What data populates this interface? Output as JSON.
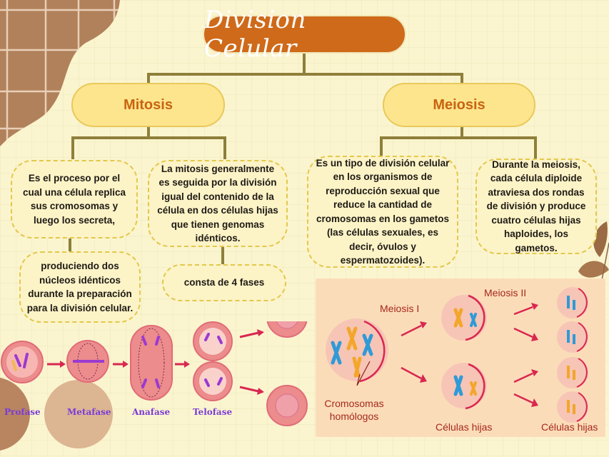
{
  "title": "Division Celular",
  "branches": {
    "mitosis": {
      "label": "Mitosis",
      "boxes": [
        "Es el proceso por el cual una célula replica sus cromosomas y luego los secreta,",
        "La mitosis generalmente es seguida por la división igual del contenido de la célula en dos células hijas que tienen genomas idénticos.",
        "produciendo dos núcleos idénticos durante la preparación para la división celular.",
        "consta de 4 fases"
      ],
      "phases": [
        "Profase",
        "Metafase",
        "Anafase",
        "Telofase"
      ]
    },
    "meiosis": {
      "label": "Meiosis",
      "boxes": [
        "Es un tipo de división celular en los organismos de reproducción sexual que reduce la cantidad de cromosomas en los gametos (las células sexuales, es decir, óvulos y espermatozoides).",
        "Durante la meiosis, cada célula diploide atraviesa dos rondas de división y produce cuatro células hijas haploides, los gametos."
      ],
      "diagram": {
        "meiosis_1": "Meiosis I",
        "meiosis_2": "Meiosis II",
        "homologous": "Cromosomas homólogos",
        "daughter_cells_1": "Células hijas",
        "daughter_cells_2": "Células hijas"
      }
    }
  },
  "colors": {
    "background": "#fbf5cf",
    "title_fill": "#cf6a1a",
    "branch_fill": "#fde58e",
    "branch_text": "#c8640f",
    "connector": "#8e7f3a",
    "dashed_border": "#e3c84c",
    "meiosis_panel": "#fbdcb9",
    "phase_label": "#7a3cd6",
    "diagram_label": "#a5291d",
    "chromo_blue": "#2f9ad8",
    "chromo_orange": "#f3a62a",
    "arrow": "#d92750"
  }
}
